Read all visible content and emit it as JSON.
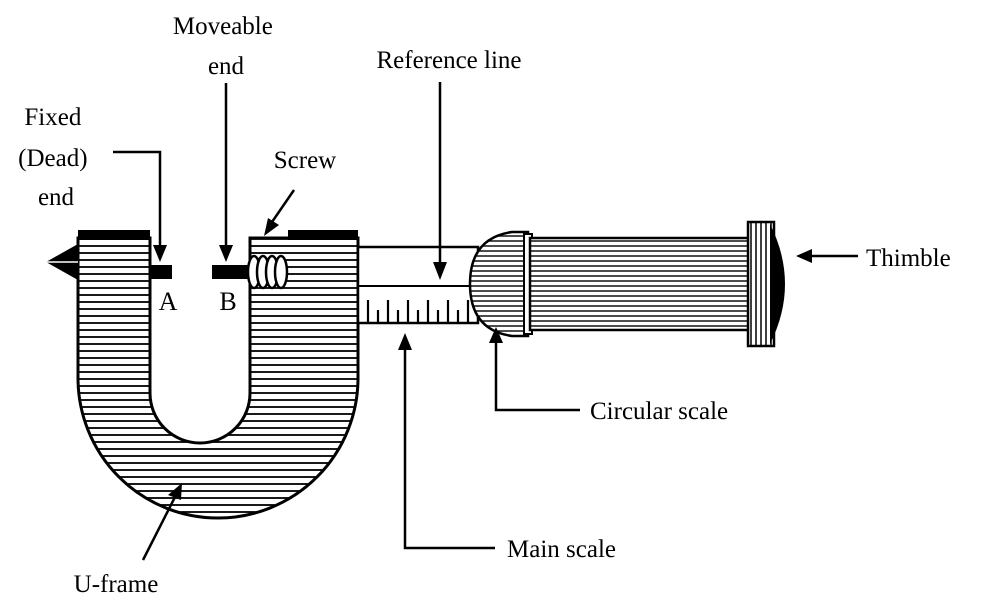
{
  "labels": {
    "fixed_end": [
      "Fixed",
      "(Dead)",
      "end"
    ],
    "moveable_end": [
      "Moveable",
      "end"
    ],
    "reference_line": "Reference line",
    "screw": "Screw",
    "thimble": "Thimble",
    "point_a": "A",
    "point_b": "B",
    "circular_scale": "Circular scale",
    "main_scale": "Main scale",
    "u_frame": "U-frame"
  },
  "colors": {
    "ink": "#000000",
    "paper": "#ffffff"
  }
}
